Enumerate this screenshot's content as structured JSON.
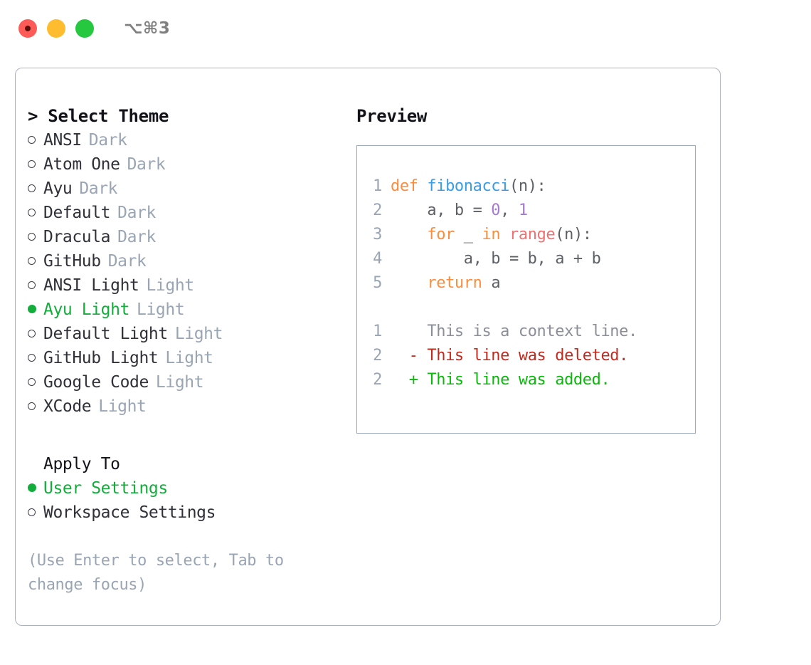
{
  "titlebar": {
    "lights": [
      {
        "name": "close-button",
        "color": "#fc5b57"
      },
      {
        "name": "minimize-button",
        "color": "#febc2e"
      },
      {
        "name": "maximize-button",
        "color": "#26c840"
      }
    ],
    "shortcut": "⌥⌘3"
  },
  "theme_list": {
    "header": "> Select Theme",
    "items": [
      {
        "bullet": "○",
        "name": "ANSI",
        "kind": "Dark",
        "selected": false
      },
      {
        "bullet": "○",
        "name": "Atom One",
        "kind": "Dark",
        "selected": false
      },
      {
        "bullet": "○",
        "name": "Ayu",
        "kind": "Dark",
        "selected": false
      },
      {
        "bullet": "○",
        "name": "Default",
        "kind": "Dark",
        "selected": false
      },
      {
        "bullet": "○",
        "name": "Dracula",
        "kind": "Dark",
        "selected": false
      },
      {
        "bullet": "○",
        "name": "GitHub",
        "kind": "Dark",
        "selected": false
      },
      {
        "bullet": "○",
        "name": "ANSI Light",
        "kind": "Light",
        "selected": false
      },
      {
        "bullet": "●",
        "name": "Ayu Light",
        "kind": "Light",
        "selected": true
      },
      {
        "bullet": "○",
        "name": "Default Light",
        "kind": "Light",
        "selected": false
      },
      {
        "bullet": "○",
        "name": "GitHub Light",
        "kind": "Light",
        "selected": false
      },
      {
        "bullet": "○",
        "name": "Google Code",
        "kind": "Light",
        "selected": false
      },
      {
        "bullet": "○",
        "name": "XCode",
        "kind": "Light",
        "selected": false
      }
    ]
  },
  "apply_to": {
    "header": "Apply To",
    "options": [
      {
        "bullet": "●",
        "label": "User Settings",
        "selected": true
      },
      {
        "bullet": "○",
        "label": "Workspace Settings",
        "selected": false
      }
    ]
  },
  "hint": "(Use Enter to select, Tab to change focus)",
  "preview": {
    "title": "Preview",
    "code_lines": [
      {
        "number": "1",
        "tokens": [
          {
            "text": "def ",
            "style": "kw"
          },
          {
            "text": "fibonacci",
            "style": "fn"
          },
          {
            "text": "(n):",
            "style": "pl"
          }
        ]
      },
      {
        "number": "2",
        "tokens": [
          {
            "text": "    a, b = ",
            "style": "pl"
          },
          {
            "text": "0",
            "style": "num"
          },
          {
            "text": ", ",
            "style": "pl"
          },
          {
            "text": "1",
            "style": "num"
          }
        ]
      },
      {
        "number": "3",
        "tokens": [
          {
            "text": "    ",
            "style": "pl"
          },
          {
            "text": "for",
            "style": "kw"
          },
          {
            "text": " _ ",
            "style": "pl"
          },
          {
            "text": "in",
            "style": "kw"
          },
          {
            "text": " ",
            "style": "pl"
          },
          {
            "text": "range",
            "style": "bi"
          },
          {
            "text": "(n):",
            "style": "pl"
          }
        ]
      },
      {
        "number": "4",
        "tokens": [
          {
            "text": "        a, b = b, a + b",
            "style": "pl"
          }
        ]
      },
      {
        "number": "5",
        "tokens": [
          {
            "text": "    ",
            "style": "pl"
          },
          {
            "text": "return",
            "style": "kw"
          },
          {
            "text": " a",
            "style": "pl"
          }
        ]
      }
    ],
    "diff_lines": [
      {
        "number": "1",
        "marker": " ",
        "text": " This is a context line.",
        "style": "ctx"
      },
      {
        "number": "2",
        "marker": "-",
        "text": " This line was deleted.",
        "style": "del"
      },
      {
        "number": "2",
        "marker": "+",
        "text": " This line was added.",
        "style": "add"
      }
    ]
  },
  "colors": {
    "accent_green": "#12ad3b",
    "muted": "#9aa5b4",
    "border": "#aab3c2",
    "preview_border": "#9aa8bc",
    "keyword": "#fa8d3e",
    "function": "#399ee6",
    "number": "#a37acc",
    "builtin": "#f07171",
    "plain": "#5c6166",
    "diff_add": "#0cb80c",
    "diff_del": "#c22a1e",
    "diff_context": "#8a8f98"
  }
}
